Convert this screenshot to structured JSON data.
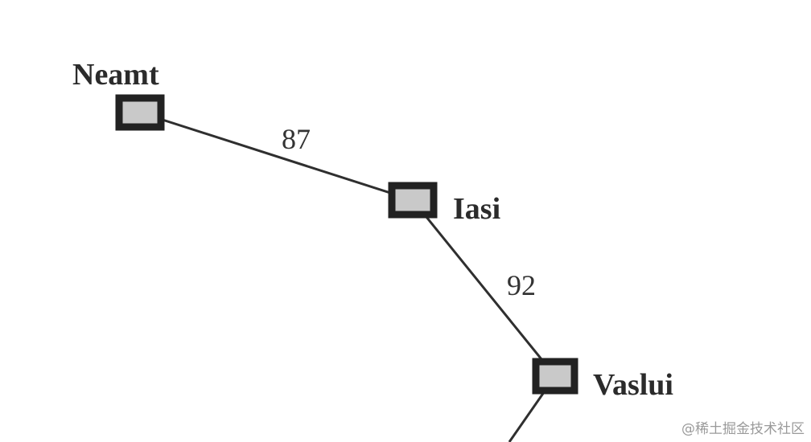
{
  "colors": {
    "edge": "#2f2f2f",
    "node_border": "#222222",
    "node_fill": "#c9c9c9",
    "text": "#2b2b2b"
  },
  "graph": {
    "nodes": [
      {
        "id": "neamt",
        "label": "Neamt"
      },
      {
        "id": "iasi",
        "label": "Iasi"
      },
      {
        "id": "vaslui",
        "label": "Vaslui"
      }
    ],
    "edges": [
      {
        "id": "neamt-iasi",
        "from": "neamt",
        "to": "iasi",
        "label": "87"
      },
      {
        "id": "iasi-vaslui",
        "from": "iasi",
        "to": "vaslui",
        "label": "92"
      },
      {
        "id": "vaslui-offscreen",
        "from": "vaslui",
        "to": "",
        "label": ""
      }
    ]
  },
  "watermark": "@稀土掘金技术社区"
}
